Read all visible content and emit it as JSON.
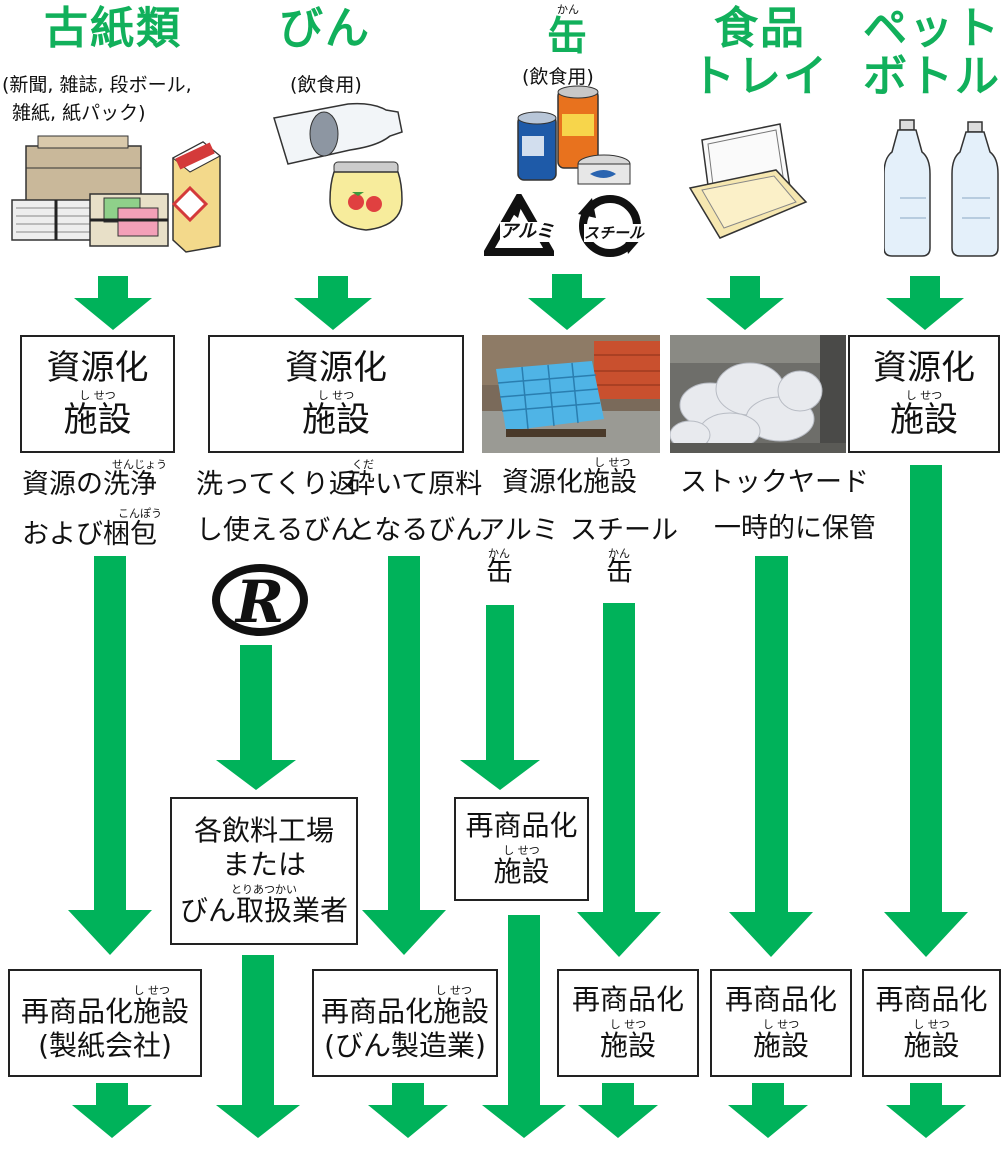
{
  "colors": {
    "accent_green": "#11b05b",
    "arrow_green": "#00b25a",
    "box_border": "#222222"
  },
  "categories": {
    "paper": {
      "title": "古紙類",
      "sub1": "(新聞, 雑誌, 段ボール,",
      "sub2": "雑紙, 紙パック)"
    },
    "bottle": {
      "title": "びん",
      "sub": "(飲食用)"
    },
    "can": {
      "title": "缶",
      "ruby": "かん",
      "sub": "(飲食用)",
      "mark_alu": "アルミ",
      "mark_steel": "スチール"
    },
    "tray": {
      "title1": "食品",
      "title2": "トレイ"
    },
    "pet": {
      "title1": "ペット",
      "title2": "ボトル"
    }
  },
  "illustration_icons": {
    "paper": "paper-bundle-milk-carton-illustration",
    "bottle": "glass-bottle-jar-illustration",
    "can": "cans-illustration",
    "tray": "food-tray-illustration",
    "pet": "pet-bottles-illustration"
  },
  "stage1": {
    "paper": {
      "line1": "資源化",
      "ruby": "し せつ",
      "line2": "施設"
    },
    "bottle": {
      "line1": "資源化",
      "ruby": "し せつ",
      "line2": "施設"
    },
    "pet": {
      "line1": "資源化",
      "ruby": "し せつ",
      "line2": "施設"
    },
    "can_photo": "warehouse-pallets-photo",
    "tray_photo": "stockyard-bags-photo"
  },
  "notes": {
    "paper": {
      "l1": "資源の洗浄",
      "ruby1": "せんじょう",
      "l2": "および梱包",
      "ruby2": "こんぽう"
    },
    "bottle_reuse": {
      "l1": "洗ってくり返",
      "l2": "し使えるびん"
    },
    "bottle_raw": {
      "l1": "砕いて原料",
      "ruby1": "くだ",
      "l2": "となるびん"
    },
    "can": {
      "l1": "資源化施設",
      "ruby1": "し せつ",
      "alu": "アルミ",
      "steel": "スチール",
      "can_char": "缶",
      "can_ruby": "かん"
    },
    "tray": {
      "l1": "ストックヤード",
      "l2": "一時的に保管"
    },
    "r_mark": "R"
  },
  "mid_boxes": {
    "factory": {
      "l1": "各飲料工場",
      "l2": "または",
      "ruby": "とりあつかい",
      "l3": "びん取扱業者"
    },
    "can_recyc": {
      "l1": "再商品化",
      "ruby": "し せつ",
      "l2": "施設"
    }
  },
  "stage3": {
    "paper": {
      "l1": "再商品化施設",
      "ruby": "し せつ",
      "l2": "(製紙会社)"
    },
    "bottle": {
      "l1": "再商品化施設",
      "ruby": "し せつ",
      "l2": "(びん製造業)"
    },
    "steel": {
      "l1": "再商品化",
      "ruby": "し せつ",
      "l2": "施設"
    },
    "tray": {
      "l1": "再商品化",
      "ruby": "し せつ",
      "l2": "施設"
    },
    "pet": {
      "l1": "再商品化",
      "ruby": "し せつ",
      "l2": "施設"
    }
  }
}
